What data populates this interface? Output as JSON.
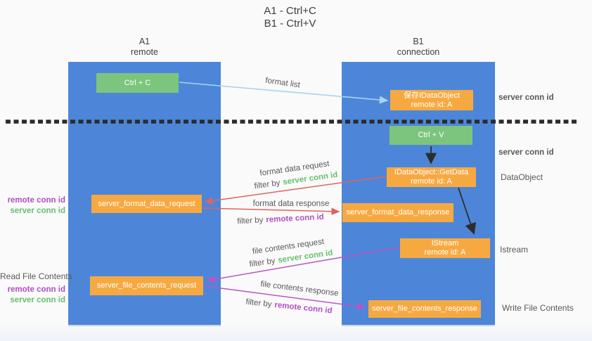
{
  "title": {
    "line1": "A1 - Ctrl+C",
    "line2": "B1 - Ctrl+V"
  },
  "columns": [
    {
      "name": "A1",
      "subtitle": "remote"
    },
    {
      "name": "B1",
      "subtitle": "connection"
    }
  ],
  "nodes": {
    "ctrl_c": "Ctrl + C",
    "save_idataobject_line1": "保存IDataObject",
    "save_idataobject_line2": "remote id: A",
    "ctrl_v": "Ctrl + V",
    "getdata_line1": "IDataObject::GetData",
    "getdata_line2": "remote id: A",
    "format_request": "server_format_data_request",
    "format_response": "server_format_data_response",
    "istream_line1": "IStream",
    "istream_line2": "remote id: A",
    "file_request": "server_file_contents_request",
    "file_response": "server_file_contents_response"
  },
  "edge_labels": {
    "format_list": "format list",
    "format_data_request": "format data request",
    "format_data_response": "format data response",
    "file_contents_request": "file contents request",
    "file_contents_response": "file contents response",
    "filter_by": "filter by",
    "server_conn_id": "server conn id",
    "remote_conn_id": "remote conn id"
  },
  "annotations": {
    "right_server_conn_id_top": "server conn id",
    "right_server_conn_id_mid": "server conn id",
    "dataobject": "DataObject",
    "istream": "Istream",
    "write_file_contents": "Write File Contents",
    "read_file_contents": "Read File Contents",
    "left_remote_conn_id_1": "remote conn id",
    "left_server_conn_id_1": "server conn id",
    "left_remote_conn_id_2": "remote conn id",
    "left_server_conn_id_2": "server conn id"
  },
  "colors": {
    "lifeline_blue": "#4d86d8",
    "node_green": "#7cc57e",
    "node_orange": "#f7a941",
    "green_text": "#67bf6b",
    "purple_text": "#b04fc3",
    "red_arrow": "#e0635c",
    "magenta_arrow": "#bb54c6",
    "lightblue_arrow": "#a9d3ee",
    "black_arrow": "#2d2d2d",
    "gray_text": "#595959"
  }
}
